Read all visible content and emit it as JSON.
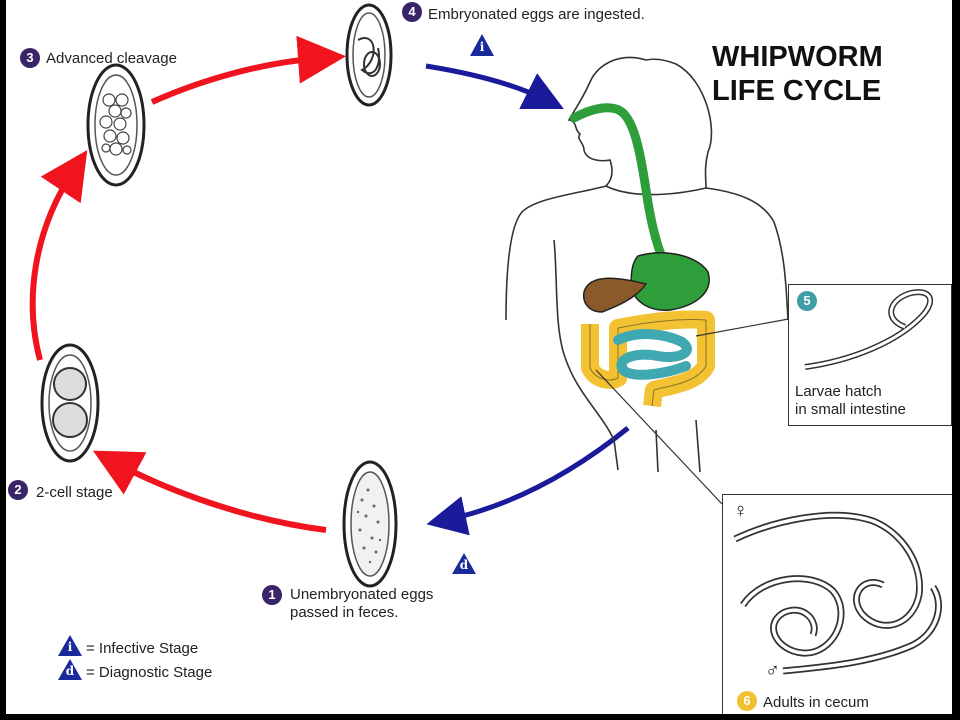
{
  "title": {
    "line1": "WHIPWORM",
    "line2": "LIFE CYCLE"
  },
  "stages": [
    {
      "number": "1",
      "text_line1": "Unembryonated eggs",
      "text_line2": "passed in feces."
    },
    {
      "number": "2",
      "text": "2-cell stage"
    },
    {
      "number": "3",
      "text": "Advanced cleavage"
    },
    {
      "number": "4",
      "text": "Embryonated eggs are ingested."
    },
    {
      "number": "5",
      "text_line1": "Larvae hatch",
      "text_line2": "in small intestine"
    },
    {
      "number": "6",
      "text": "Adults in cecum"
    }
  ],
  "markers": {
    "infective_letter": "i",
    "diagnostic_letter": "d"
  },
  "legend": {
    "infective": "= Infective Stage",
    "diagnostic": "= Diagnostic Stage"
  },
  "symbols": {
    "female": "♀",
    "male": "♂"
  },
  "colors": {
    "red_arrow": "#f0141e",
    "blue_arrow": "#1a1a9a",
    "marker_blue": "#1a2a9a",
    "stage_badge": "#3a2468",
    "stage5_badge": "#3f9da6",
    "stage6_badge": "#f0c030",
    "esophagus_stomach": "#2e9e3a",
    "liver": "#8a5a2a",
    "colon": "#f2c232",
    "small_intestine": "#3fa8b0"
  }
}
